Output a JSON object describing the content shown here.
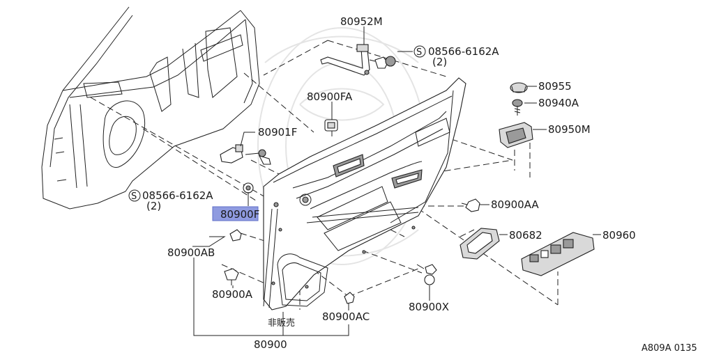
{
  "diagram": {
    "callouts": {
      "p80952M": "80952M",
      "s08566_top": "08566-6162A",
      "s08566_top_qty": "(2)",
      "p80900FA": "80900FA",
      "p80955": "80955",
      "p80940A": "80940A",
      "p80950M": "80950M",
      "p80901F": "80901F",
      "s08566_left": "08566-6162A",
      "s08566_left_qty": "(2)",
      "p80900F": "80900F",
      "p80900AA": "80900AA",
      "p80682": "80682",
      "p80960": "80960",
      "p80900AB": "80900AB",
      "p80900A": "80900A",
      "p80900X": "80900X",
      "p80900AC": "80900AC",
      "not_for_sale": "非販売",
      "p80900": "80900",
      "screw_symbol": "S"
    },
    "highlighted_part": "80900F",
    "highlight_color": "#8f9be0",
    "figure_code": "A809A 0135"
  }
}
